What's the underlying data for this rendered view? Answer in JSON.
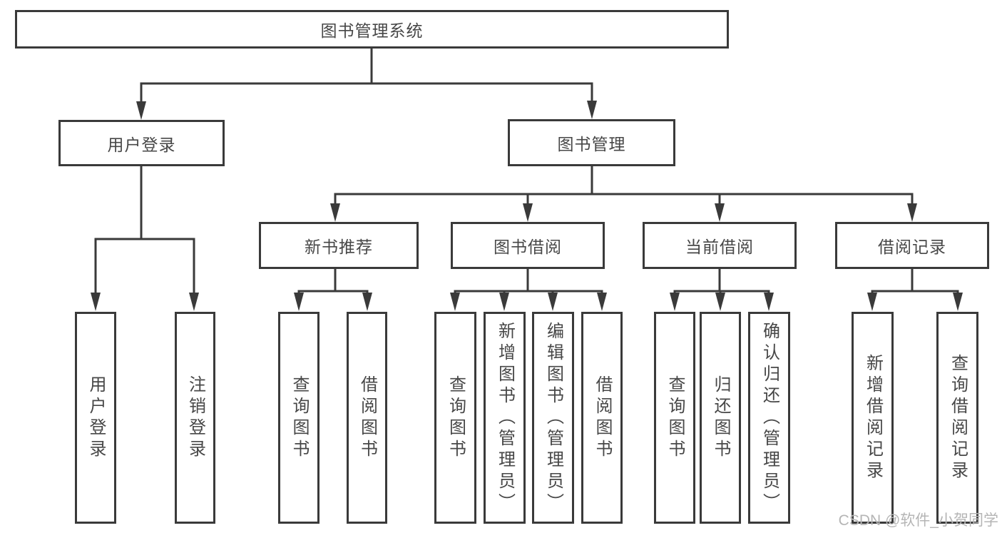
{
  "diagram_type": "hierarchy-tree",
  "colors": {
    "line": "#3a3a3a",
    "box_border": "#3a3a3a",
    "box_fill": "#ffffff",
    "text": "#474747",
    "background": "#ffffff",
    "watermark": "#b5b5b5"
  },
  "tree": {
    "root": "图书管理系统",
    "children": [
      {
        "label": "用户登录",
        "children": [
          "用户登录",
          "注销登录"
        ]
      },
      {
        "label": "图书管理",
        "children": [
          {
            "label": "新书推荐",
            "children": [
              "查询图书",
              "借阅图书"
            ]
          },
          {
            "label": "图书借阅",
            "children": [
              "查询图书",
              "新增图书（管理员）",
              "编辑图书（管理员）",
              "借阅图书"
            ]
          },
          {
            "label": "当前借阅",
            "children": [
              "查询图书",
              "归还图书",
              "确认归还（管理员）"
            ]
          },
          {
            "label": "借阅记录",
            "children": [
              "新增借阅记录",
              "查询借阅记录"
            ]
          }
        ]
      }
    ]
  },
  "watermark": {
    "text": "CSDN @软件_小贺同学"
  }
}
